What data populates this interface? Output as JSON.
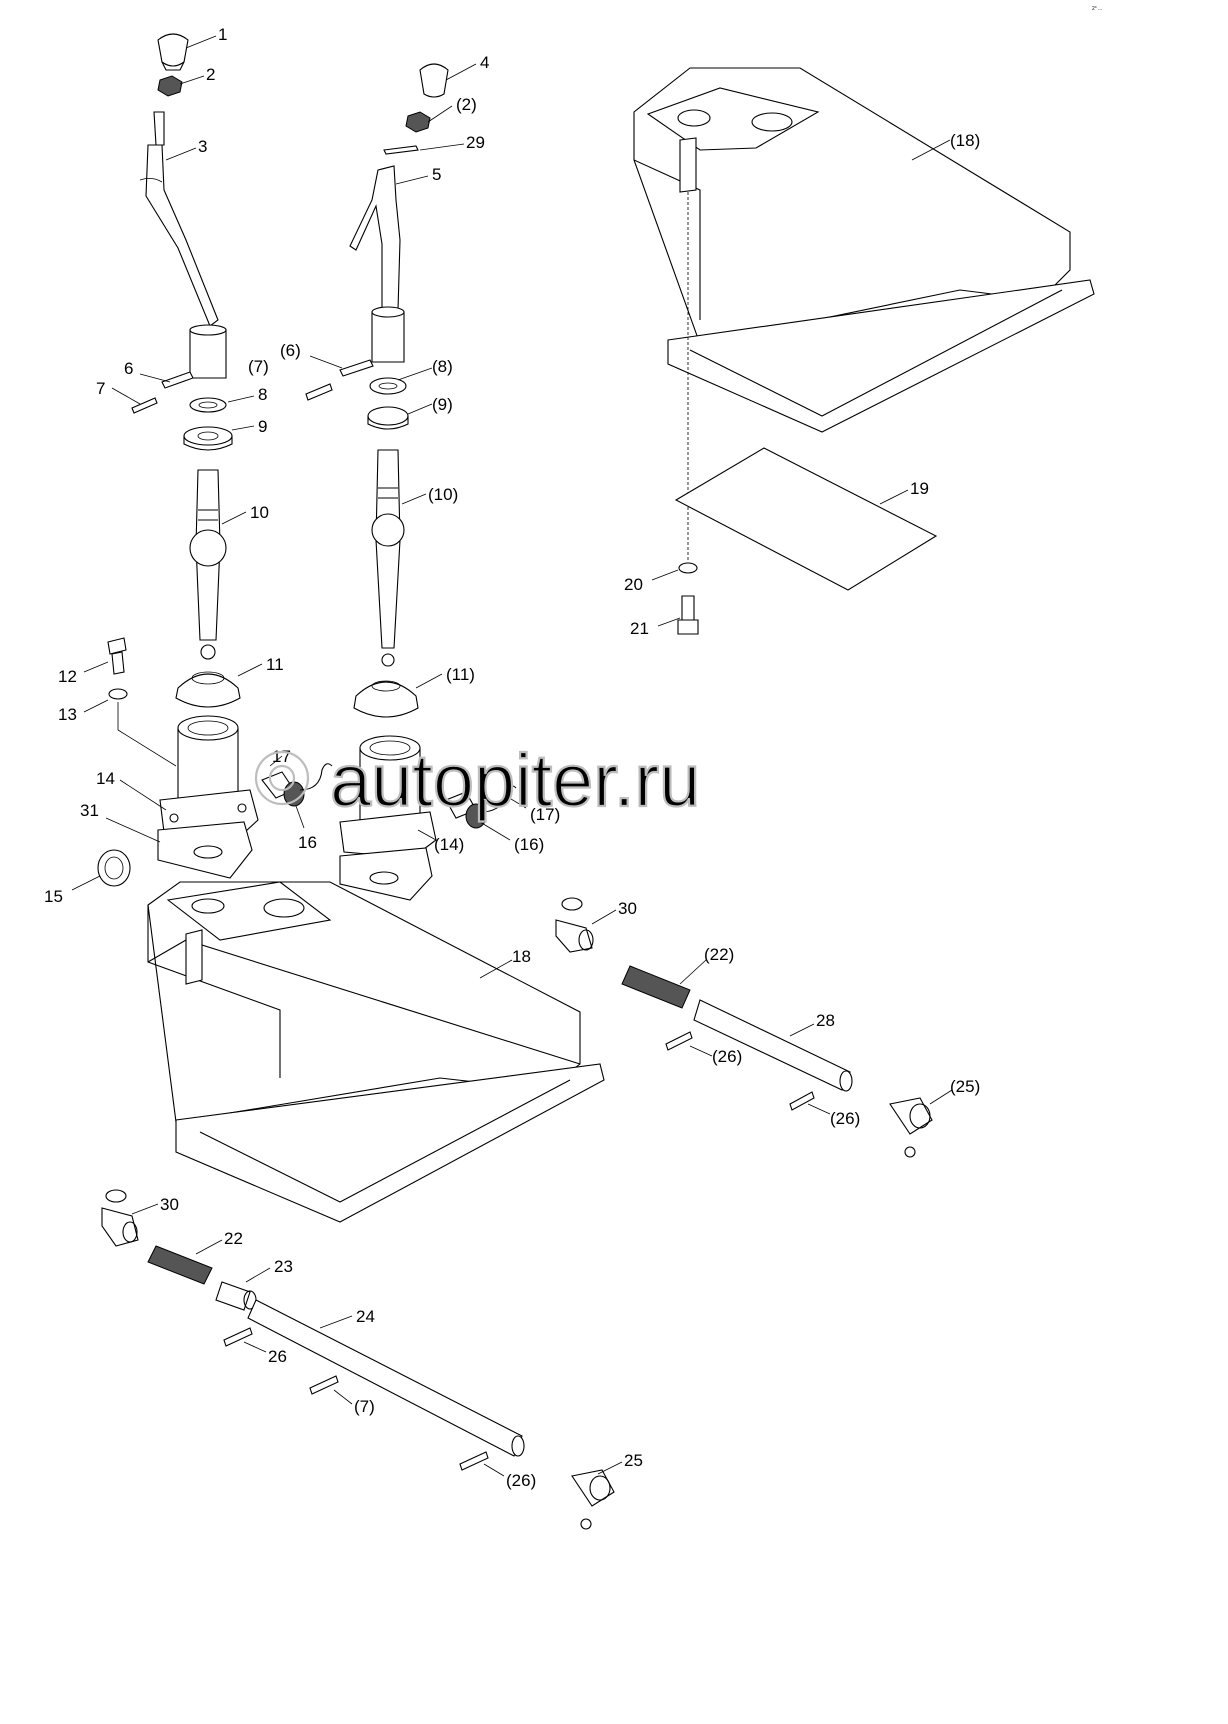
{
  "watermark": "autopiter.ru",
  "corner_note": "2° ...",
  "callouts": {
    "c1": "1",
    "c2": "2",
    "c3": "3",
    "c4": "4",
    "c2b": "(2)",
    "c29": "29",
    "c5": "5",
    "c18r": "(18)",
    "c6": "6",
    "c7": "7",
    "c7b": "(7)",
    "c8": "8",
    "c9": "9",
    "c6b": "(6)",
    "c8b": "(8)",
    "c9b": "(9)",
    "c10": "10",
    "c10b": "(10)",
    "c19": "19",
    "c20": "20",
    "c21": "21",
    "c12": "12",
    "c13": "13",
    "c11": "11",
    "c11b": "(11)",
    "c17": "17",
    "c14": "14",
    "c31": "31",
    "c16": "16",
    "c17b": "(17)",
    "c14b": "(14)",
    "c16b": "(16)",
    "c15": "15",
    "c18": "18",
    "c30r": "30",
    "c22r": "(22)",
    "c28": "28",
    "c26r1": "(26)",
    "c25r": "(25)",
    "c26r2": "(26)",
    "c30l": "30",
    "c22l": "22",
    "c23": "23",
    "c24": "24",
    "c26l": "26",
    "c7c": "(7)",
    "c25l": "25",
    "c26l2": "(26)"
  }
}
